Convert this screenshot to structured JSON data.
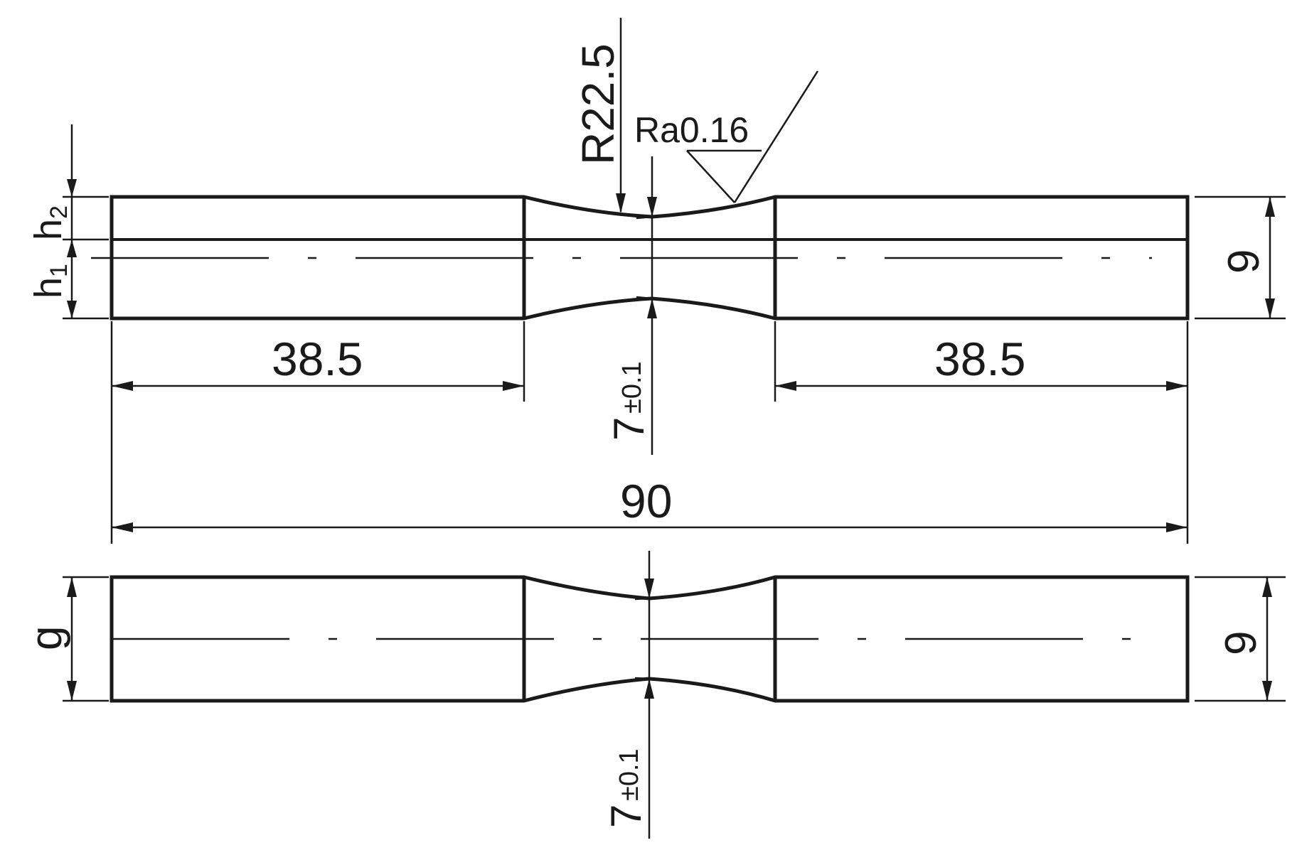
{
  "top_view": {
    "dim_left": "38.5",
    "dim_right": "38.5",
    "dim_total": "90",
    "dim_height": "9",
    "dim_neck_value": "7",
    "dim_neck_tol": "±0.1",
    "radius": "R22.5",
    "roughness": "Ra0.16",
    "label_h": "h",
    "label_h1_sub": "1",
    "label_h2_sub": "2"
  },
  "side_view": {
    "dim_left_height": "g",
    "dim_right_height": "9",
    "dim_neck_value": "7",
    "dim_neck_tol": "±0.1"
  },
  "colors": {
    "line": "#1a1a1a",
    "background": "#ffffff"
  }
}
